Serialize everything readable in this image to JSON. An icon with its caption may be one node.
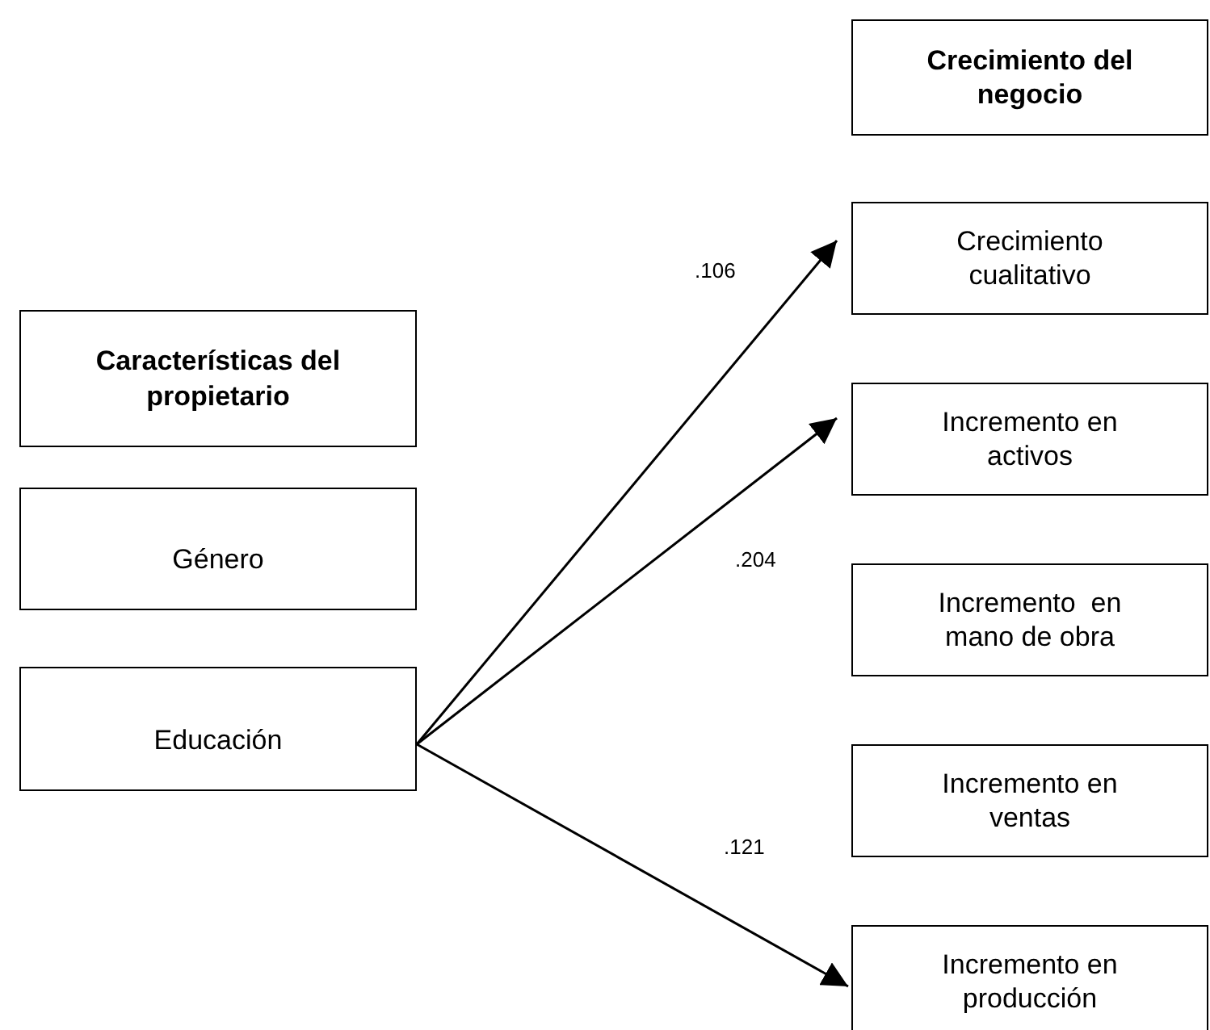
{
  "diagram": {
    "nodes": [
      {
        "text": [
          "Características del propietario"
        ]
      },
      {
        "text": [
          "Género"
        ]
      },
      {
        "text": [
          "Educación"
        ]
      },
      {
        "text": [
          "Crecimiento del negocio"
        ]
      },
      {
        "text": [
          "Crecimiento cualitativo"
        ]
      },
      {
        "text": [
          "Incremento en activos"
        ]
      },
      {
        "text": [
          "Incremento  en mano de obra"
        ]
      },
      {
        "text": [
          "Incremento en ventas"
        ]
      },
      {
        "text": [
          "Incremento en producción"
        ]
      }
    ],
    "edges": [
      {
        "from": 2,
        "to": 4,
        "arrow": "to",
        "label": ".106"
      },
      {
        "from": 2,
        "to": 5,
        "arrow": "to",
        "label": ".204"
      },
      {
        "from": 2,
        "to": 8,
        "arrow": "to",
        "label": ".121"
      }
    ]
  }
}
